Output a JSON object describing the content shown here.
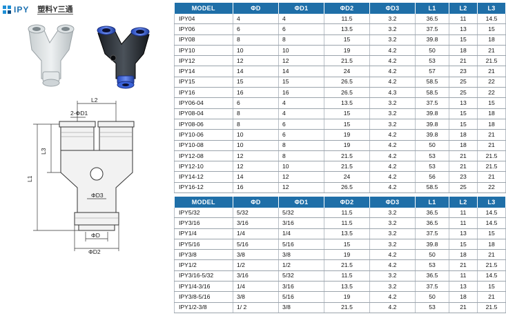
{
  "header": {
    "brand": "IPY",
    "series": "塑料Y三通"
  },
  "drawing_labels": {
    "l2": "L2",
    "d1": "2-ΦD1",
    "l3": "L3",
    "l1": "L1",
    "d3": "ΦD3",
    "d": "ΦD",
    "d2": "ΦD2"
  },
  "table1": {
    "columns": [
      "MODEL",
      "ΦD",
      "ΦD1",
      "ΦD2",
      "ΦD3",
      "L1",
      "L2",
      "L3"
    ],
    "rows": [
      [
        "IPY04",
        "4",
        "4",
        "11.5",
        "3.2",
        "36.5",
        "11",
        "14.5"
      ],
      [
        "IPY06",
        "6",
        "6",
        "13.5",
        "3.2",
        "37.5",
        "13",
        "15"
      ],
      [
        "IPY08",
        "8",
        "8",
        "15",
        "3.2",
        "39.8",
        "15",
        "18"
      ],
      [
        "IPY10",
        "10",
        "10",
        "19",
        "4.2",
        "50",
        "18",
        "21"
      ],
      [
        "IPY12",
        "12",
        "12",
        "21.5",
        "4.2",
        "53",
        "21",
        "21.5"
      ],
      [
        "IPY14",
        "14",
        "14",
        "24",
        "4.2",
        "57",
        "23",
        "21"
      ],
      [
        "IPY15",
        "15",
        "15",
        "26.5",
        "4.2",
        "58.5",
        "25",
        "22"
      ],
      [
        "IPY16",
        "16",
        "16",
        "26.5",
        "4.3",
        "58.5",
        "25",
        "22"
      ],
      [
        "IPY06-04",
        "6",
        "4",
        "13.5",
        "3.2",
        "37.5",
        "13",
        "15"
      ],
      [
        "IPY08-04",
        "8",
        "4",
        "15",
        "3.2",
        "39.8",
        "15",
        "18"
      ],
      [
        "IPY08-06",
        "8",
        "6",
        "15",
        "3.2",
        "39.8",
        "15",
        "18"
      ],
      [
        "IPY10-06",
        "10",
        "6",
        "19",
        "4.2",
        "39.8",
        "18",
        "21"
      ],
      [
        "IPY10-08",
        "10",
        "8",
        "19",
        "4.2",
        "50",
        "18",
        "21"
      ],
      [
        "IPY12-08",
        "12",
        "8",
        "21.5",
        "4.2",
        "53",
        "21",
        "21.5"
      ],
      [
        "IPY12-10",
        "12",
        "10",
        "21.5",
        "4.2",
        "53",
        "21",
        "21.5"
      ],
      [
        "IPY14-12",
        "14",
        "12",
        "24",
        "4.2",
        "56",
        "23",
        "21"
      ],
      [
        "IPY16-12",
        "16",
        "12",
        "26.5",
        "4.2",
        "58.5",
        "25",
        "22"
      ]
    ]
  },
  "table2": {
    "columns": [
      "MODEL",
      "ΦD",
      "ΦD1",
      "ΦD2",
      "ΦD3",
      "L1",
      "L2",
      "L3"
    ],
    "rows": [
      [
        "IPY5/32",
        "5/32",
        "5/32",
        "11.5",
        "3.2",
        "36.5",
        "11",
        "14.5"
      ],
      [
        "IPY3/16",
        "3/16",
        "3/16",
        "11.5",
        "3.2",
        "36.5",
        "11",
        "14.5"
      ],
      [
        "IPY1/4",
        "1/4",
        "1/4",
        "13.5",
        "3.2",
        "37.5",
        "13",
        "15"
      ],
      [
        "IPY5/16",
        "5/16",
        "5/16",
        "15",
        "3.2",
        "39.8",
        "15",
        "18"
      ],
      [
        "IPY3/8",
        "3/8",
        "3/8",
        "19",
        "4.2",
        "50",
        "18",
        "21"
      ],
      [
        "IPY1/2",
        "1/2",
        "1/2",
        "21.5",
        "4.2",
        "53",
        "21",
        "21.5"
      ],
      [
        "IPY3/16-5/32",
        "3/16",
        "5/32",
        "11.5",
        "3.2",
        "36.5",
        "11",
        "14.5"
      ],
      [
        "IPY1/4-3/16",
        "1/4",
        "3/16",
        "13.5",
        "3.2",
        "37.5",
        "13",
        "15"
      ],
      [
        "IPY3/8-5/16",
        "3/8",
        "5/16",
        "19",
        "4.2",
        "50",
        "18",
        "21"
      ],
      [
        "IPY1/2-3/8",
        "1/ 2",
        "3/8",
        "21.5",
        "4.2",
        "53",
        "21",
        "21.5"
      ]
    ]
  },
  "colors": {
    "header_bg": "#1f6fa8",
    "brand": "#1a6fb0",
    "fitting_blue": "#3a62d8"
  }
}
